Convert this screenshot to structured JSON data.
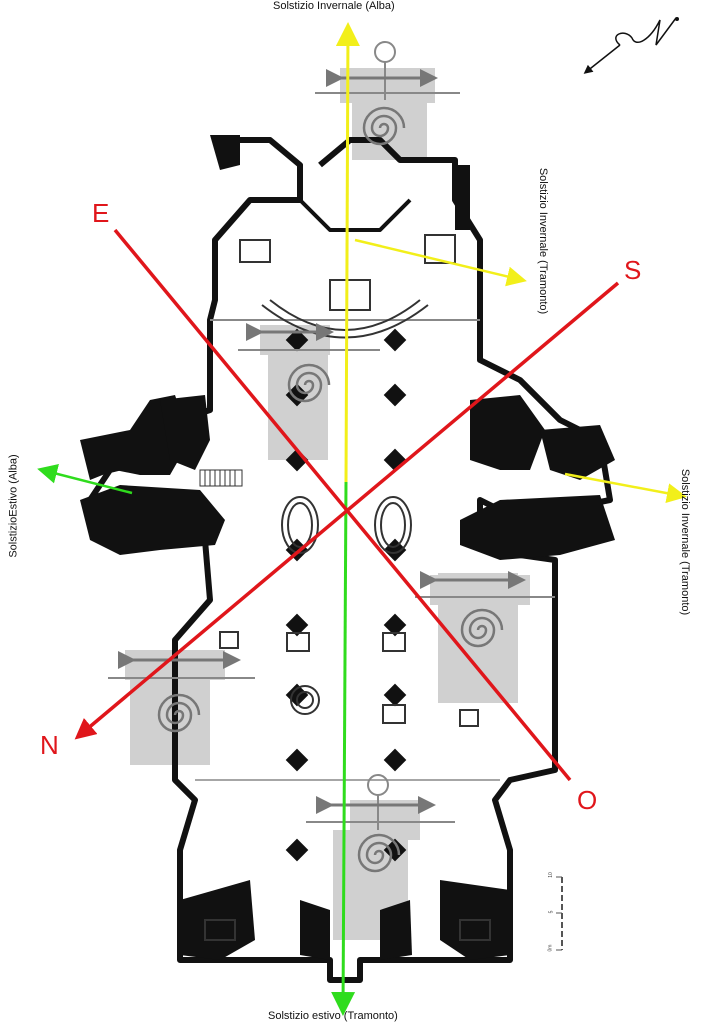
{
  "labels": {
    "top": "Solstizio Invernale (Alba)",
    "right_upper": "Solstizio Invernale (Tramonto)",
    "right_lower": "Solstizio Invernale (Tramonto)",
    "left": "SolstizioEstivo (Alba)",
    "bottom": "Solstizio estivo (Tramonto)"
  },
  "cardinals": {
    "east": "E",
    "south": "S",
    "north": "N",
    "west": "O"
  },
  "compass": {
    "letter": "N"
  },
  "scale": {
    "ticks": [
      "10",
      "5",
      "0m"
    ]
  },
  "colors": {
    "red": "#e0161b",
    "yellow": "#f2ef1a",
    "green": "#2fdc1d",
    "gray": "#c8c8c8"
  }
}
